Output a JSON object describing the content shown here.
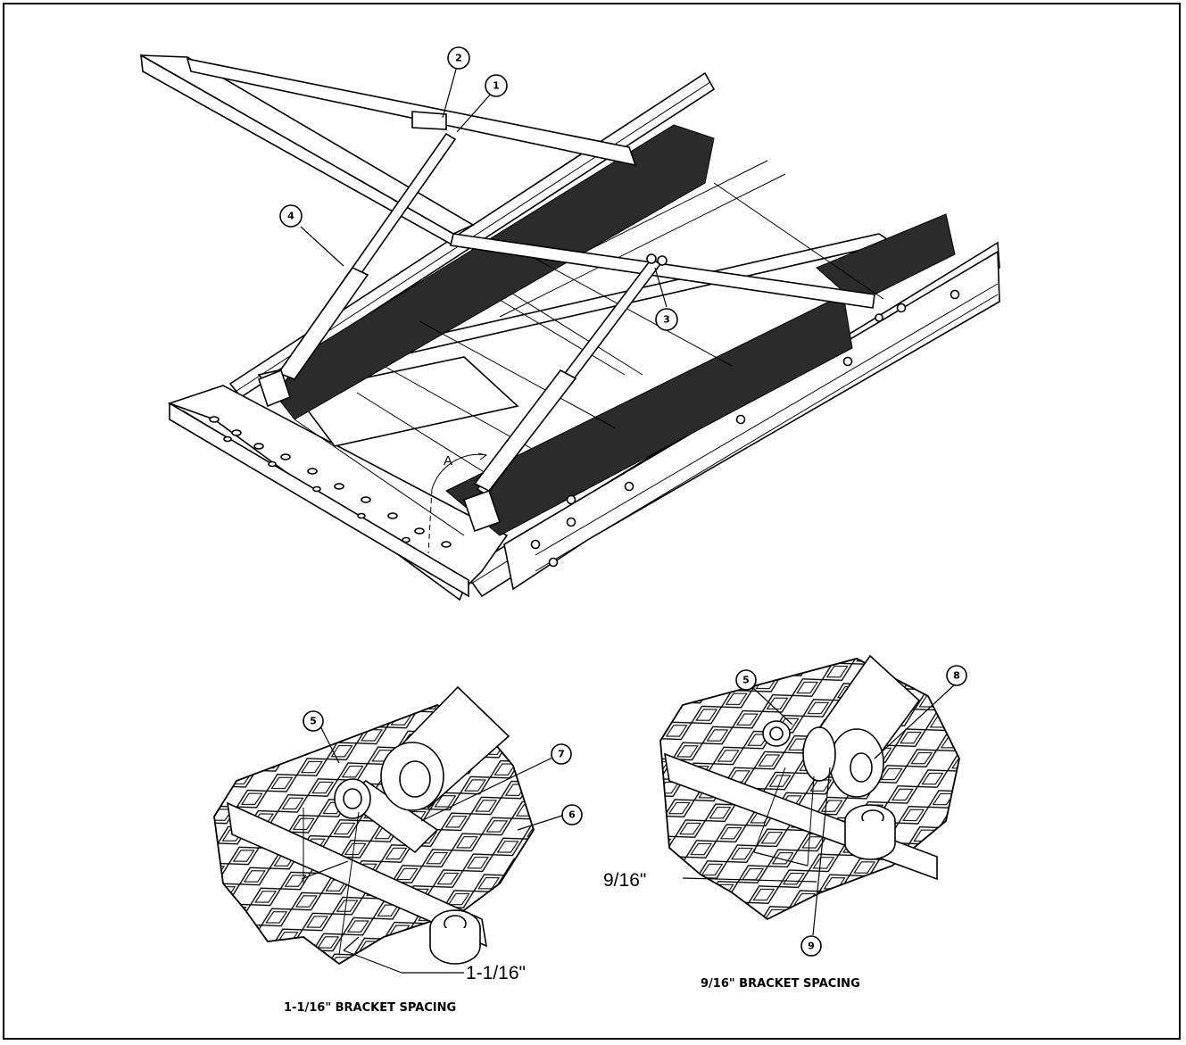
{
  "callouts": {
    "b1": "1",
    "b2": "2",
    "b3": "3",
    "b4": "4",
    "b5a": "5",
    "b6": "6",
    "b7": "7",
    "b5b": "5",
    "b8": "8",
    "b9": "9"
  },
  "view_label": "A",
  "dims": {
    "left": "1-1/16\"",
    "right": "9/16\""
  },
  "captions": {
    "left": "1-1/16\" BRACKET SPACING",
    "right": "9/16\" BRACKET SPACING"
  }
}
